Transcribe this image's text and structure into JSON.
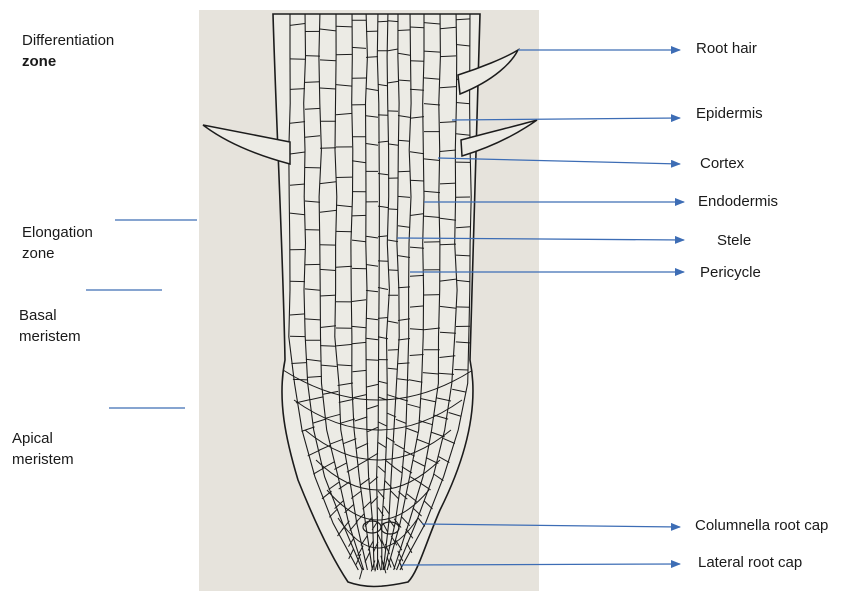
{
  "zones": [
    {
      "id": "differentiation",
      "lines": [
        "Differentiation",
        "zone"
      ]
    },
    {
      "id": "elongation",
      "lines": [
        "Elongation",
        "zone"
      ]
    },
    {
      "id": "basal",
      "lines": [
        "Basal",
        "meristem"
      ]
    },
    {
      "id": "apical",
      "lines": [
        "Apical",
        "meristem"
      ]
    }
  ],
  "tissues": [
    {
      "id": "root-hair",
      "label": "Root hair"
    },
    {
      "id": "epidermis",
      "label": "Epidermis"
    },
    {
      "id": "cortex",
      "label": "Cortex"
    },
    {
      "id": "endodermis",
      "label": "Endodermis"
    },
    {
      "id": "stele",
      "label": "Stele"
    },
    {
      "id": "pericycle",
      "label": "Pericycle"
    },
    {
      "id": "columnella",
      "label": "Columnella root cap"
    },
    {
      "id": "lateral",
      "label": "Lateral root cap"
    }
  ],
  "colors": {
    "pointer": "#3d6db5",
    "paper": "#e6e3dc",
    "ink": "#1c1c1c"
  }
}
